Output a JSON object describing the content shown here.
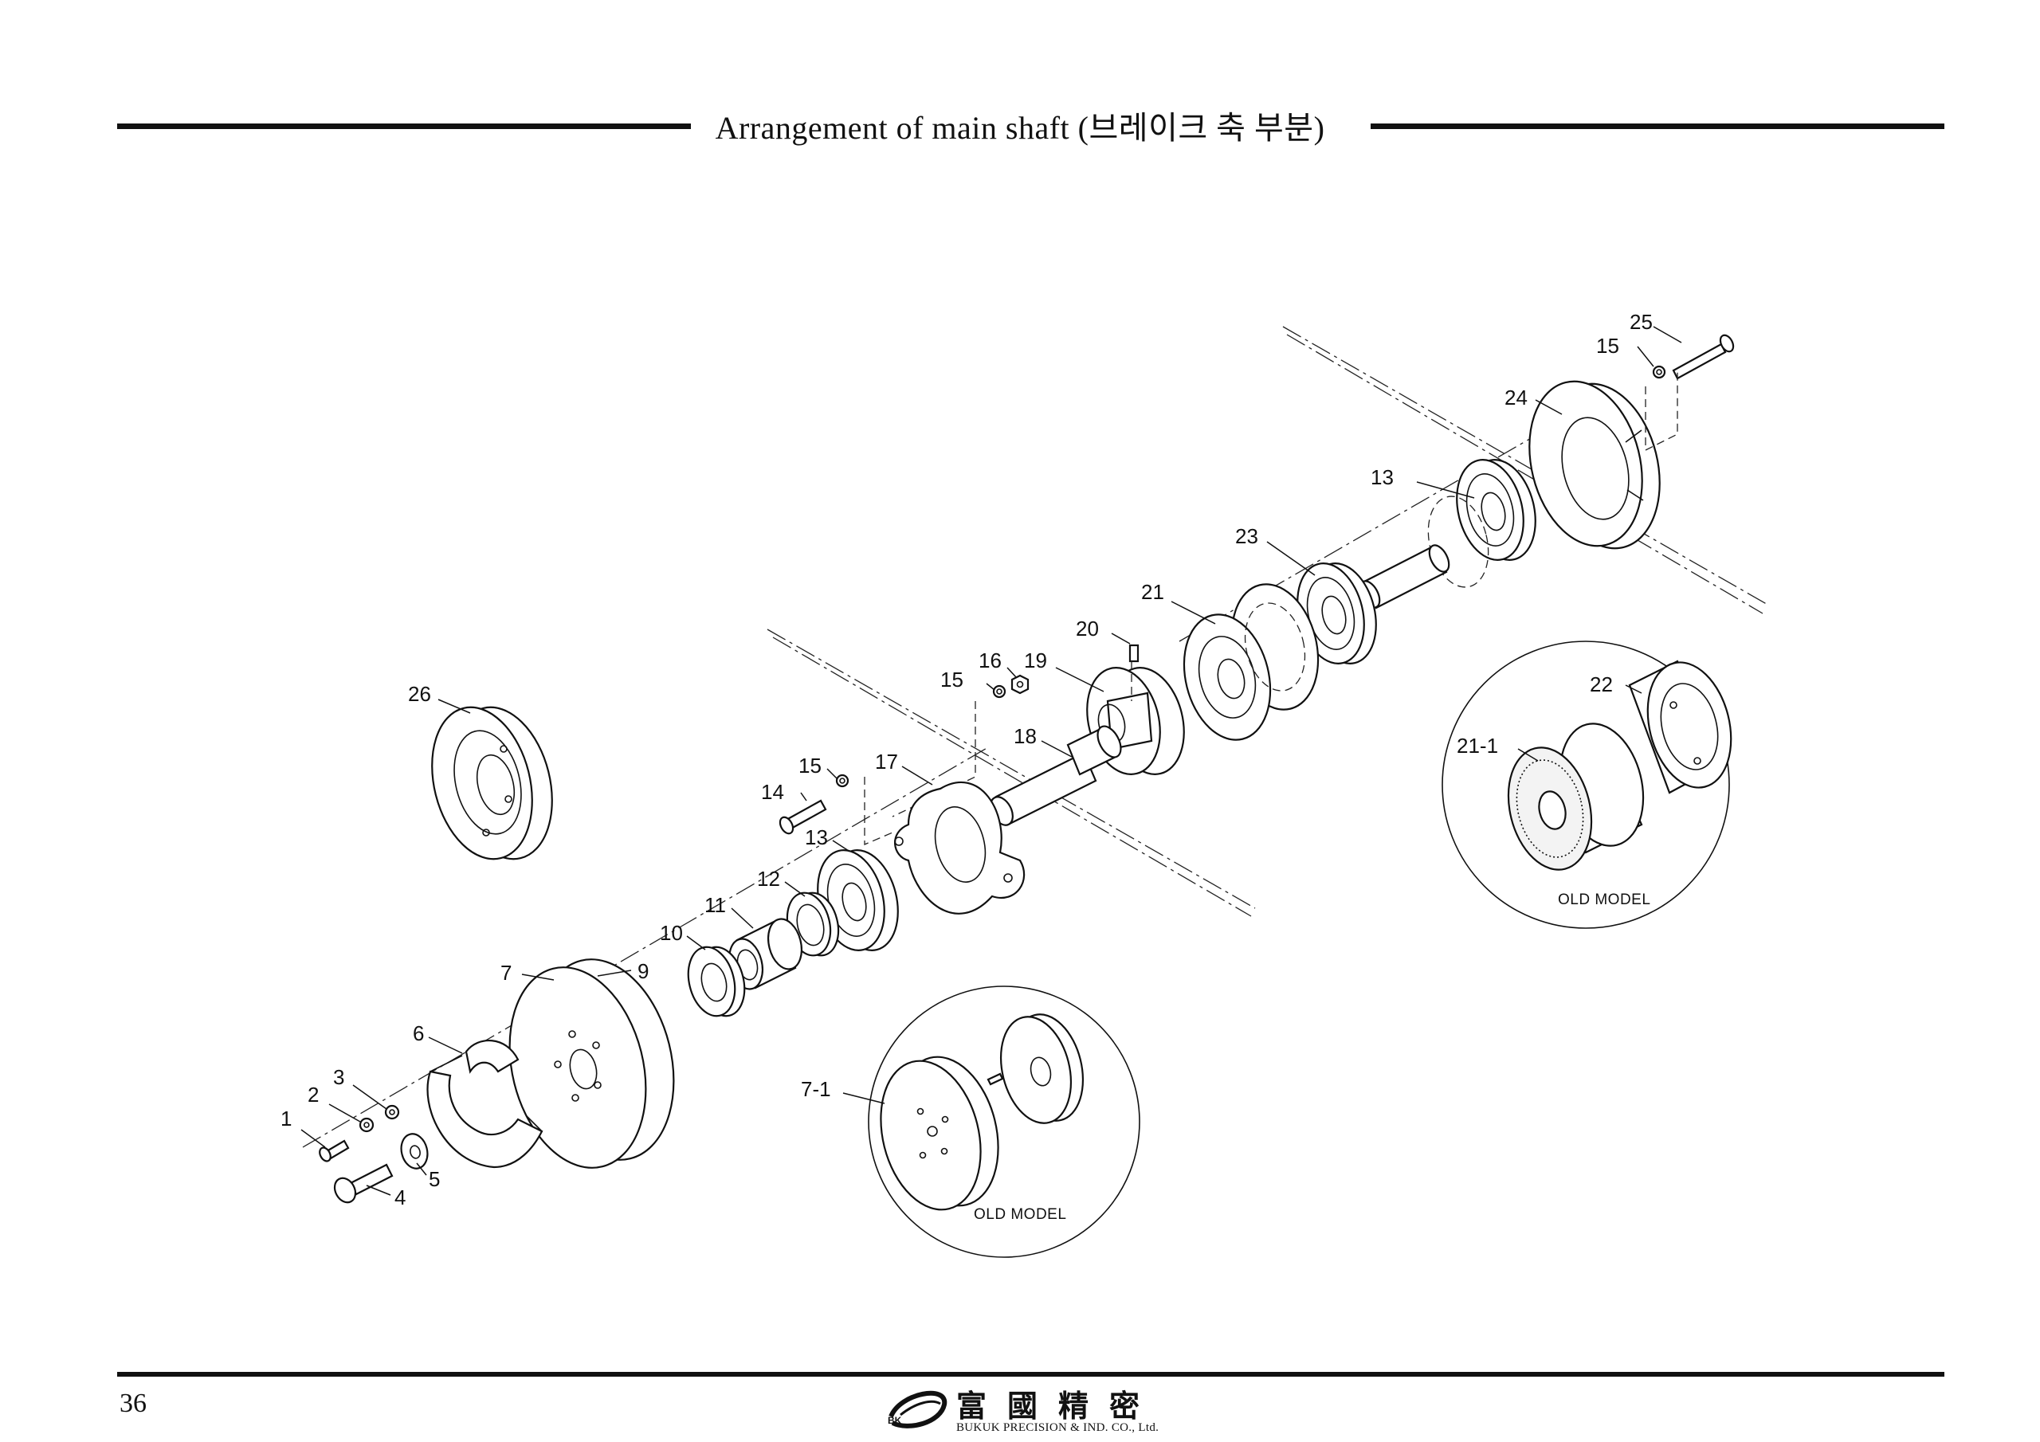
{
  "header": {
    "title": "Arrangement of main shaft (브레이크 축 부분)"
  },
  "footer": {
    "page_number": "36",
    "logo_cjk": "富國精密",
    "logo_mark": "BK",
    "company": "BUKUK PRECISION & IND. CO., Ltd."
  },
  "diagram": {
    "part_labels": {
      "p1": "1",
      "p2": "2",
      "p3": "3",
      "p4": "4",
      "p5": "5",
      "p6": "6",
      "p7": "7",
      "p9": "9",
      "p10": "10",
      "p11": "11",
      "p12": "12",
      "p13a": "13",
      "p13b": "13",
      "p14": "14",
      "p15a": "15",
      "p15b": "15",
      "p15c": "15",
      "p16": "16",
      "p17": "17",
      "p18": "18",
      "p19": "19",
      "p20": "20",
      "p21": "21",
      "p22": "22",
      "p23": "23",
      "p24": "24",
      "p25": "25",
      "p26": "26",
      "p7_1": "7-1",
      "p21_1": "21-1"
    },
    "insets": {
      "pulley_old": {
        "caption": "OLD MODEL"
      },
      "brake_old": {
        "caption": "OLD MODEL"
      }
    }
  }
}
